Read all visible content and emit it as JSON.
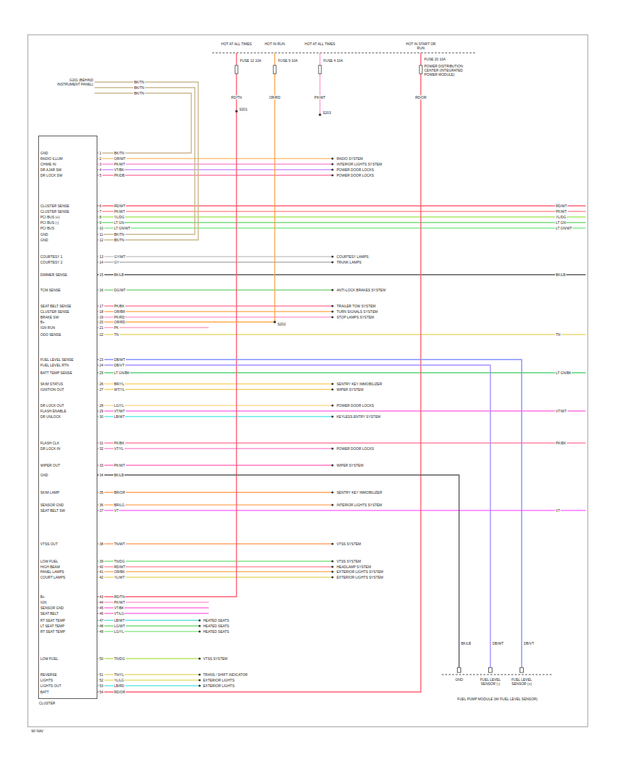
{
  "diagram": {
    "nodes": [
      {
        "text": [
          "HOT AT ALL TIMES",
          "HOT IN RUN",
          "HOT AT ALL TIMES",
          "HOT IN START OR RUN",
          "FUSE 12 10A",
          "FUSE 9 10A",
          "FUSE 4 10A",
          "FUSE 20 10A",
          "POWER DISTRIBUTION CENTER (INTEGRATED POWER MODULE)"
        ]
      },
      {
        "text": [
          "CLUSTER"
        ]
      },
      {
        "text": [
          "GND",
          "FUEL LEVEL SENSOR (-)",
          "FUEL LEVEL SENSOR (+)",
          "FUEL PUMP MODULE (W/ FUEL LEVEL SENSOR)"
        ]
      },
      {
        "text": [
          "G201 (BEHIND INSTRUMENT PANEL)"
        ]
      }
    ],
    "edges": [
      {
        "from": 1,
        "to": 3,
        "arrow": "none"
      },
      {
        "from": 1,
        "to": 3,
        "arrow": "none"
      },
      {
        "from": 1,
        "to": 3,
        "arrow": "none"
      },
      {
        "from": 0,
        "to": 1,
        "arrow": "none"
      },
      {
        "from": 0,
        "to": 1,
        "arrow": "none"
      },
      {
        "from": 0,
        "to": 1,
        "arrow": "none"
      },
      {
        "from": 1,
        "to": 2,
        "arrow": "none"
      },
      {
        "from": 1,
        "to": 2,
        "arrow": "none"
      },
      {
        "from": 1,
        "to": 2,
        "arrow": "none"
      }
    ],
    "labels": [
      "GND",
      "1",
      "BK/TN",
      "RADIO ILLUM",
      "2",
      "OR/WT",
      "RADIO SYSTEM",
      "CHIME IN",
      "3",
      "PK/WT",
      "INTERIOR LIGHTS SYSTEM",
      "DR AJAR SW",
      "4",
      "VT/BK",
      "POWER DOOR LOCKS",
      "DR LOCK SW",
      "5",
      "PK/DB",
      "POWER DOOR LOCKS",
      "CLUSTER SENSE",
      "6",
      "RD/WT",
      "RD/WT",
      "CLUSTER SENSE",
      "7",
      "PK/WT",
      "PK/WT",
      "PCI BUS (+)",
      "8",
      "YL/DG",
      "YL/DG",
      "PCI BUS (-)",
      "9",
      "LT GN",
      "LT GN",
      "PCI BUS",
      "10",
      "LT GN/WT",
      "LT GN/WT",
      "GND",
      "11",
      "BK/TN",
      "GND",
      "12",
      "BK/TN",
      "COURTESY 1",
      "13",
      "GY/WT",
      "COURTESY LAMPS",
      "COURTESY 2",
      "14",
      "GY",
      "TRUNK LAMPS",
      "DIMMER SENSE",
      "15",
      "BK/LB",
      "BK/LB",
      "TCM SENSE",
      "16",
      "DG/WT",
      "ANTI-LOCK BRAKES SYSTEM",
      "SEAT BELT SENSE",
      "17",
      "PK/BK",
      "TRAILER TOW SYSTEM",
      "CLUSTER SENSE",
      "18",
      "OR/BR",
      "TURN SIGNALS SYSTEM",
      "BRAKE SW",
      "19",
      "PK/RD",
      "STOP LAMPS SYSTEM",
      "B+",
      "20",
      "OR/RD",
      "IGN RUN",
      "21",
      "PK",
      "ODO SENSE",
      "22",
      "TN",
      "TN",
      "FUEL LEVEL SENSE",
      "23",
      "DB/WT",
      "FUEL LEVEL RTN",
      "24",
      "DB/VT",
      "BATT TEMP SENSE",
      "25",
      "LT GN/BK",
      "LT GN/BK",
      "SKIM STATUS",
      "26",
      "BR/YL",
      "SENTRY KEY IMMOBILIZER",
      "IGNITION OUT",
      "27",
      "WT/YL",
      "WIPER SYSTEM",
      "DR LOCK OUT",
      "28",
      "LG/YL",
      "POWER DOOR LOCKS",
      "FLASH ENABLE",
      "29",
      "VT/WT",
      "VT/WT",
      "DR UNLOCK",
      "30",
      "LB/WT",
      "KEYLESS ENTRY SYSTEM",
      "FLASH CLK",
      "31",
      "PK/BK",
      "PK/BK",
      "DR LOCK IN",
      "32",
      "VT/YL",
      "POWER DOOR LOCKS",
      "WIPER OUT",
      "33",
      "PK/WT",
      "WIPER SYSTEM",
      "GND",
      "34",
      "BK/LB",
      "SKIM LAMP",
      "35",
      "BR/OR",
      "SENTRY KEY IMMOBILIZER",
      "SENSOR GND",
      "36",
      "BR/LG",
      "INTERIOR LIGHTS SYSTEM",
      "SEAT BELT SW",
      "37",
      "VT",
      "VT",
      "VTSS OUT",
      "38",
      "TN/WT",
      "VTSS SYSTEM",
      "LOW FUEL",
      "39",
      "TN/DG",
      "VTSS SYSTEM",
      "HIGH BEAM",
      "40",
      "RD/WT",
      "HEADLAMP SYSTEM",
      "PANEL LAMPS",
      "41",
      "OR/BK",
      "EXTERIOR LIGHTS SYSTEM",
      "COURT LAMPS",
      "42",
      "YL/WT",
      "EXTERIOR LIGHTS SYSTEM",
      "B+",
      "43",
      "RD/TN",
      "IGN",
      "44",
      "PK/WT",
      "SENSOR GND",
      "45",
      "VT/BK",
      "SEAT BELT",
      "46",
      "VT/LG",
      "RT SEAT TEMP",
      "47",
      "LB/WT",
      "HEATED SEATS",
      "LT SEAT TEMP",
      "48",
      "LG/WT",
      "HEATED SEATS",
      "RT SEAT TEMP",
      "49",
      "LG/YL",
      "HEATED SEATS",
      "LOW FUEL",
      "50",
      "TN/DG",
      "VTSS SYSTEM",
      "REVERSE",
      "51",
      "TN/YL",
      "TRANS / SHIFT INDICATOR",
      "LIGHTS",
      "52",
      "YL/LG",
      "EXTERIOR LIGHTS",
      "LIGHTS OUT",
      "53",
      "LB/RD",
      "EXTERIOR LIGHTS",
      "BATT",
      "54",
      "RD/OR",
      "RD/TN",
      "OR/RD",
      "PK/WT",
      "RD/OR",
      "S201",
      "S203",
      "S202",
      "BK/TN",
      "BK/TN",
      "BK/TN",
      "BK/LB",
      "DB/WT",
      "DB/VT",
      "W/ NAV"
    ]
  }
}
